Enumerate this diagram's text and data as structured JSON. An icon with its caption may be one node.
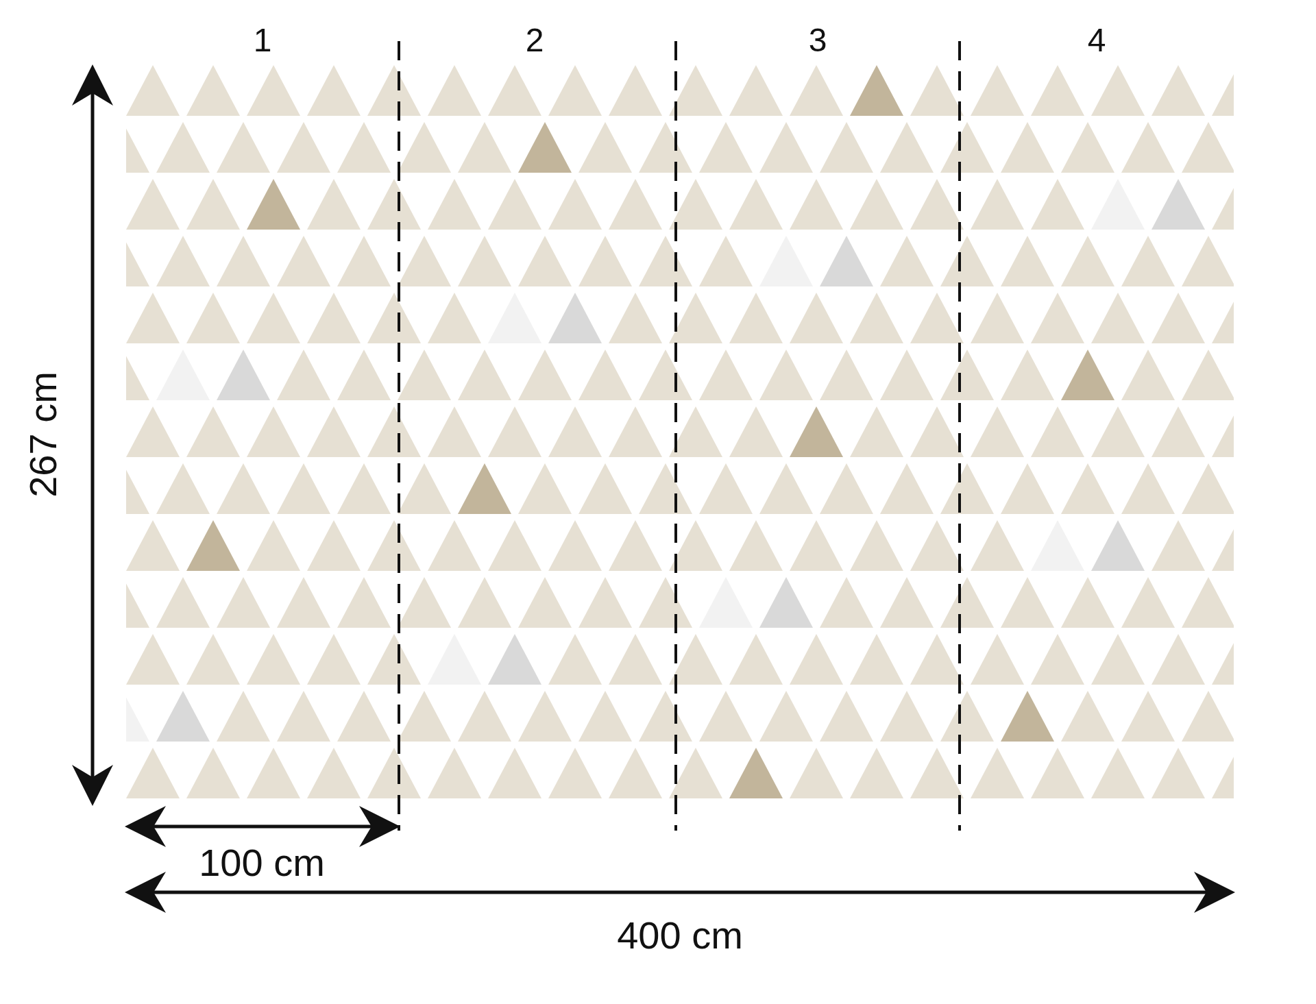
{
  "diagram": {
    "labels": [
      "1",
      "2",
      "3",
      "4",
      "267 cm",
      "100 cm",
      "400 cm"
    ]
  }
}
